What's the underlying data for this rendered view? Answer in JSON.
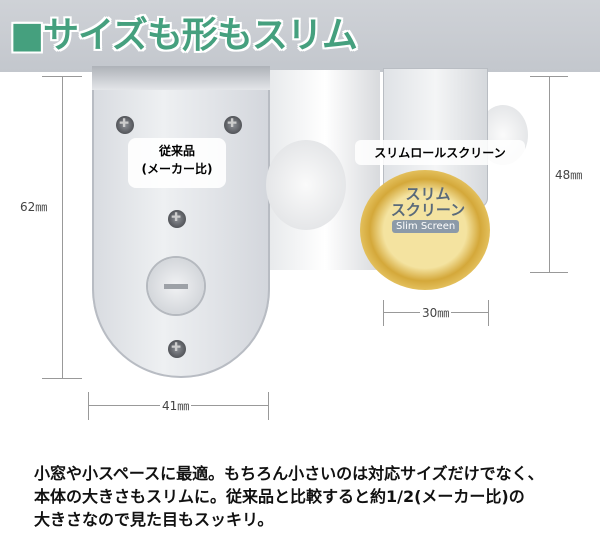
{
  "title": "■サイズも形もスリム",
  "old_product_label": [
    "従来品",
    "(メーカー比)"
  ],
  "new_product_label": "スリムロールスクリーン",
  "spool_logo": {
    "line1": "スリム",
    "line2": "スクリーン",
    "sub": "Slim Screen"
  },
  "dimensions": {
    "old_height": "62㎜",
    "old_width": "41㎜",
    "new_height": "48㎜",
    "new_width": "30㎜"
  },
  "description": [
    "小窓や小スペースに最適。もちろん小さいのは対応サイズだけでなく、",
    "本体の大きさもスリムに。従来品と比較すると約1/2(メーカー比)の",
    "大きさなので見た目もスッキリ。"
  ],
  "colors": {
    "title": "#45a07e",
    "header_bg": "#c8ccd2"
  }
}
